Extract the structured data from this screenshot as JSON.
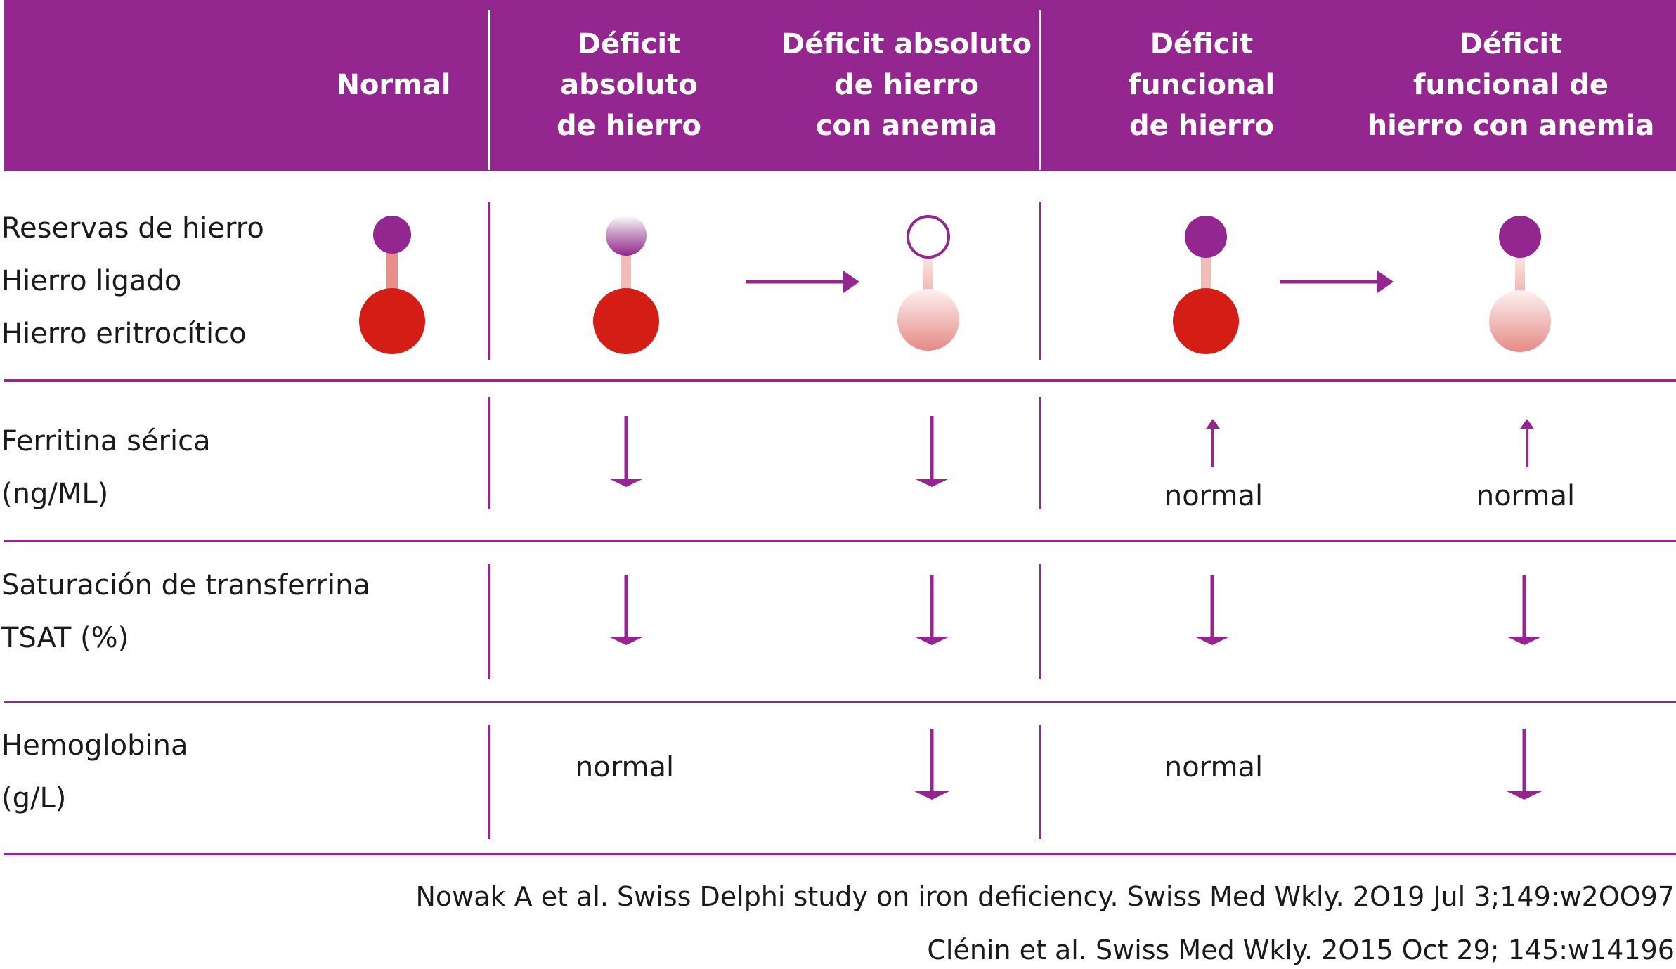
{
  "header": {
    "columns": [
      {
        "label": "Normal"
      },
      {
        "label": "Déficit\nabsoluto\nde hierro"
      },
      {
        "label": "Déficit absoluto\nde hierro\ncon anemia"
      },
      {
        "label": "Déficit\nfuncional\nde hierro"
      },
      {
        "label": "Déficit\nfuncional de\nhierro con anemia"
      }
    ]
  },
  "rows": {
    "iron_model": {
      "labels": "Reservas de hierro\nHierro ligado\nHierro eritrocítico"
    },
    "ferritin": {
      "label": "Ferritina sérica\n(ng/ML)",
      "col3_text": "normal",
      "col4_text": "normal"
    },
    "tsat": {
      "label": "Saturación de transferrina\nTSAT (%)"
    },
    "hemoglobin": {
      "label": "Hemoglobina\n(g/L)",
      "col1_text": "normal",
      "col3_text": "normal"
    }
  },
  "indicators": {
    "ferritin": [
      "none",
      "down",
      "down",
      "up",
      "up"
    ],
    "tsat": [
      "none",
      "down",
      "down",
      "down",
      "down"
    ],
    "hemoglobin": [
      "none",
      "normal",
      "down",
      "normal",
      "down"
    ]
  },
  "citations": [
    "Nowak A et al. Swiss Delphi study on iron deficiency. Swiss Med Wkly. 2O19 Jul 3;149:w2OO97",
    "Clénin et al. Swiss Med Wkly. 2O15 Oct 29; 145:w14196"
  ],
  "colors": {
    "accent": "#93278f",
    "red": "#d41d15",
    "pink_light": "#f0b8b3",
    "link": "#e88f8a"
  }
}
